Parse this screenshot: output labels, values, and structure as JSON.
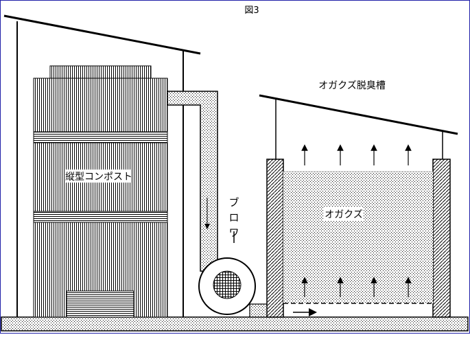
{
  "figure": {
    "title": "図3"
  },
  "labels": {
    "tank": "オガクズ脱臭槽",
    "compost": "縦型コンポスト",
    "blower": "ブロワー",
    "sawdust": "オガクズ"
  },
  "colors": {
    "line": "#000000",
    "frame": "#1f1fa8",
    "background": "#ffffff"
  }
}
